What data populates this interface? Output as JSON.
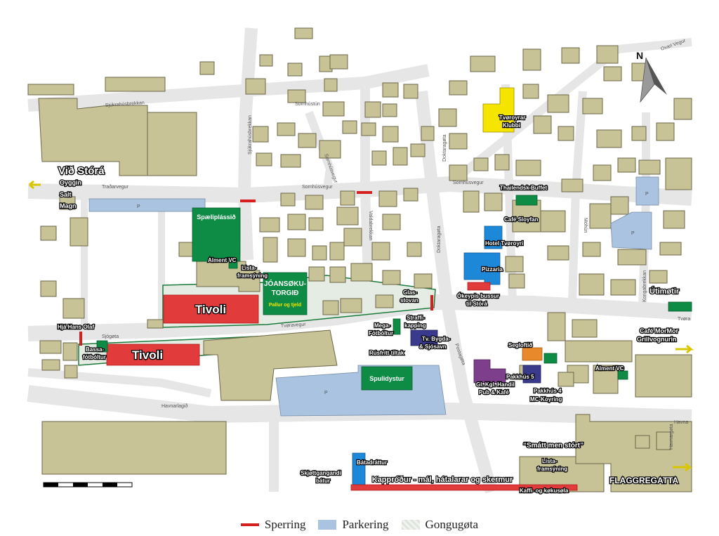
{
  "colors": {
    "building": "#c8c297",
    "parking": "#a9c3e0",
    "green": "#0e8c45",
    "red": "#e23b3b",
    "blue": "#1e88d8",
    "yellow": "#f5e300",
    "purple": "#7d3f8c",
    "navy": "#3a3a8c",
    "orange": "#e88a2b"
  },
  "legend": {
    "sperring": "Sperring",
    "parkering": "Parkering",
    "gongugota": "Gongugøta"
  },
  "north": "N",
  "areas": {
    "tivoli_1": "Tivoli",
    "tivoli_2": "Tivoli",
    "joansoku_1": "JÓANSØKU-",
    "joansoku_2": "TORGIÐ",
    "joansoku_sub": "Pallur og tjeld",
    "speliplassid": "Spæliplássið",
    "spulidystur": "Spulidystur",
    "kapprodur": "Kappróður - mál, hátalarar og skermur",
    "parking_p": "P"
  },
  "labels": {
    "vid_stora": "Við Stórá",
    "oyggin": "Oyggin",
    "salt": "Salt",
    "magn": "Magn",
    "hja_hans_olaf": "Hjá Hans Olaf",
    "bassa_1": "Bassa-",
    "bassa_2": "fótbóltur",
    "alment_vc_1": "Alment VC",
    "lista_1a": "Lista-",
    "lista_1b": "framsýning",
    "glas_1": "Glas-",
    "glas_2": "stovan",
    "mega_1": "Mega-",
    "mega_2": "Fótbóltur",
    "straffi_1": "Straffi-",
    "straffi_2": "kapping",
    "rusfritt": "Rúsfrítt tiltak",
    "tv_bygda_1": "Tv. Bygda-",
    "tv_bygda_2": "& Sjósavn",
    "tvoroyrar_1": "Tvøroyrar",
    "tvoroyrar_2": "Klubbi",
    "thailendsk": "Thailendsk Buffet",
    "cafe_sloyfan": "Café Sloyfan",
    "hotel": "Hotel Tvøroyri",
    "pizzaria": "Pizzaria",
    "okeypis_1": "Ókeypis bussur",
    "okeypis_2": "til Stórá",
    "utimotir": "Útimøtir",
    "cafe_mormor_1": "Café MorMor",
    "cafe_mormor_2": "Grillvognurin",
    "segloftid": "Segloftið",
    "pakkhus5": "Pakkhús 5",
    "pakkhus4": "Pakkhús 4",
    "mc_koyring": "MC-Koyring",
    "gl_kgl_1": "Gl. Kgl. Handil",
    "gl_kgl_2": "Pub & Kafé",
    "alment_vc_2": "Alment VC",
    "smatt": "“Smátt men stórt”",
    "lista_2a": "Lista-",
    "lista_2b": "framsýning",
    "flaggregatta": "FLAGGREGATTA",
    "batadrattur": "Bátadráttur",
    "skjott_1": "Skjøttgangandi",
    "skjott_2": "bátur",
    "kaffi": "Kaffi- og køkusøla"
  },
  "streets": {
    "sjukrahusbrekkan": "Sjúkrahúsbrekkan",
    "sjukrahusbrekkan2": "Sjúkrahúsbrekkan",
    "tradarvegur": "Traðarvegur",
    "sornhusvegur_1": "Sornhúsvegur",
    "sornhusvegur_2": "Sornhúsvegur",
    "sornhustun": "Sornhústún",
    "sornhusvegur_3": "Sornhúsvegur",
    "valdabrekkan": "Valdabrekkan",
    "doktaragota_1": "Doktaragøta",
    "doktaragota_2": "Doktaragøta",
    "sjogota": "Sjógøta",
    "tvoravegur": "Tvøravegur",
    "havnarlagid": "Havnarlagið",
    "ovari_vegur": "Ovari Vegur",
    "mohun": "Móhún",
    "kongabrekkan": "Kongabrekkan",
    "tvora": "Tvøra",
    "havna": "Havna",
    "havnargota": "Havnargøta",
    "postgota": "Postagøta"
  }
}
